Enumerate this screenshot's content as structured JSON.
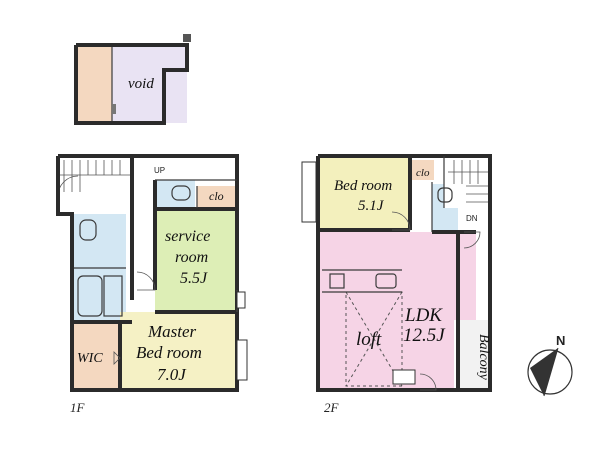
{
  "labels": {
    "void": "void",
    "service_line1": "service",
    "service_line2": "room",
    "service_size": "5.5J",
    "master_line1": "Master",
    "master_line2": "Bed room",
    "master_size": "7.0J",
    "wic": "WIC",
    "clo_1f": "clo",
    "up": "UP",
    "bed_line1": "Bed room",
    "bed_size": "5.1J",
    "clo_2f": "clo",
    "dn": "DN",
    "ldk": "LDK",
    "ldk_size": "12.5J",
    "loft": "loft",
    "balcony": "Balcony",
    "floor1": "1F",
    "floor2": "2F",
    "north": "N"
  },
  "colors": {
    "void_room": "#e9e3f3",
    "service_room": "#ddeeb6",
    "master_room": "#f5f1c5",
    "wic": "#f4d8c0",
    "bath": "#d3e7f3",
    "bed_room": "#f3f0bd",
    "ldk": "#f6d4e6",
    "wall": "#2b2b2b",
    "stair": "#ffffff",
    "balcony": "#f2f2f2"
  }
}
